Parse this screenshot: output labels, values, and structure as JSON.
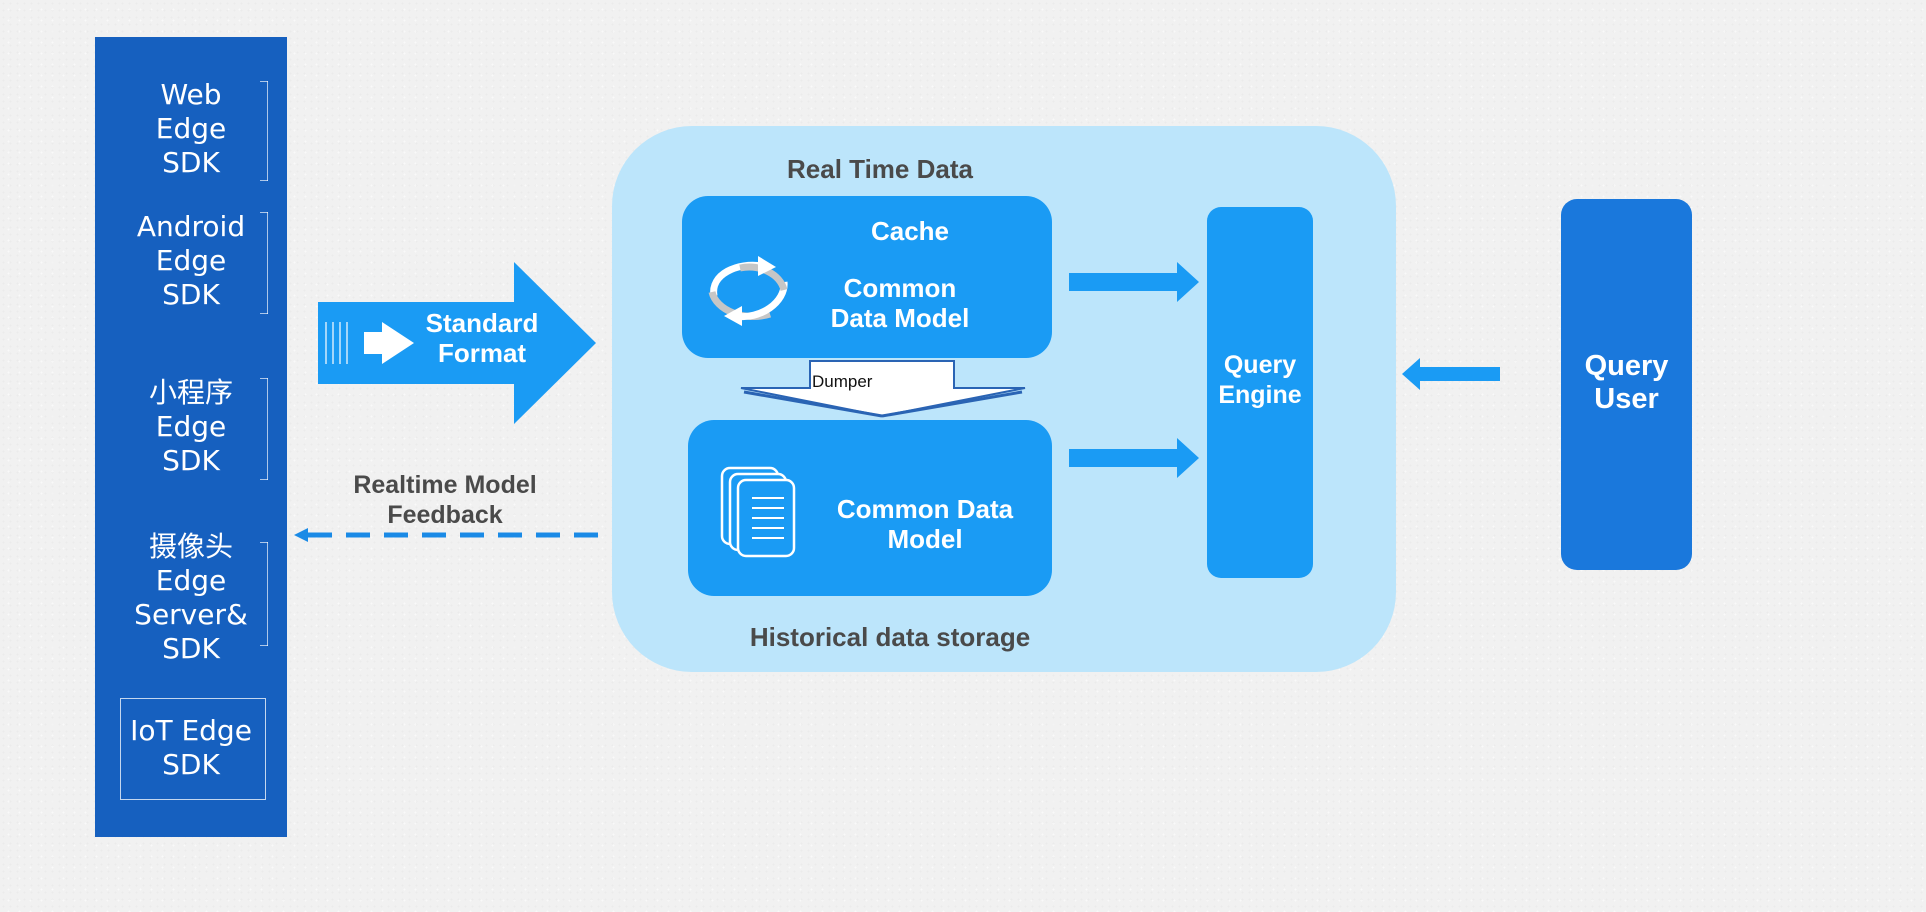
{
  "sources": {
    "items": [
      {
        "label": "Web\nEdge\nSDK"
      },
      {
        "label": "Android\nEdge\nSDK"
      },
      {
        "label": "小程序\nEdge\nSDK"
      },
      {
        "label": "摄像头\nEdge\nServer&\nSDK"
      },
      {
        "label": "IoT Edge\nSDK"
      }
    ]
  },
  "flow": {
    "standard_format": "Standard\nFormat",
    "feedback": "Realtime Model\nFeedback"
  },
  "realtime": {
    "title": "Real Time Data",
    "cache_label": "Cache",
    "cdm_label": "Common\nData Model"
  },
  "dumper_label": "Dumper",
  "historical": {
    "title": "Historical data storage",
    "cdm_label": "Common Data\nModel"
  },
  "query_engine": {
    "label": "Query\nEngine"
  },
  "query_user": {
    "label": "Query\nUser"
  },
  "colors": {
    "sdk_column": "#1660bf",
    "primary_blue": "#1a9bf4",
    "container_light": "#bce5fb",
    "query_user": "#1a78dc",
    "text_dark": "#4a4a4a"
  },
  "icons": [
    "refresh-icon",
    "document-stack-icon",
    "arrow-right-icon",
    "arrow-left-icon",
    "arrow-down-icon"
  ]
}
